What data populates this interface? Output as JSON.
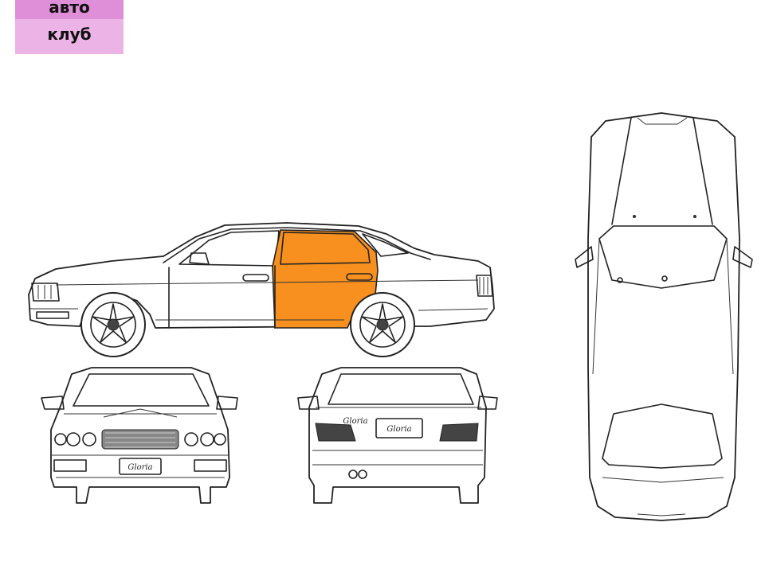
{
  "logo": {
    "line1": "авто",
    "line2": "клуб",
    "color_top": "#df8fd8",
    "color_bottom": "#ebb3e6"
  },
  "badges": {
    "front": "Gloria",
    "rear": "Gloria",
    "rear_script": "Gloria"
  },
  "highlight": {
    "part": "rear-left-door",
    "color": "#f7901e"
  },
  "views": [
    "side",
    "front",
    "rear",
    "top"
  ]
}
